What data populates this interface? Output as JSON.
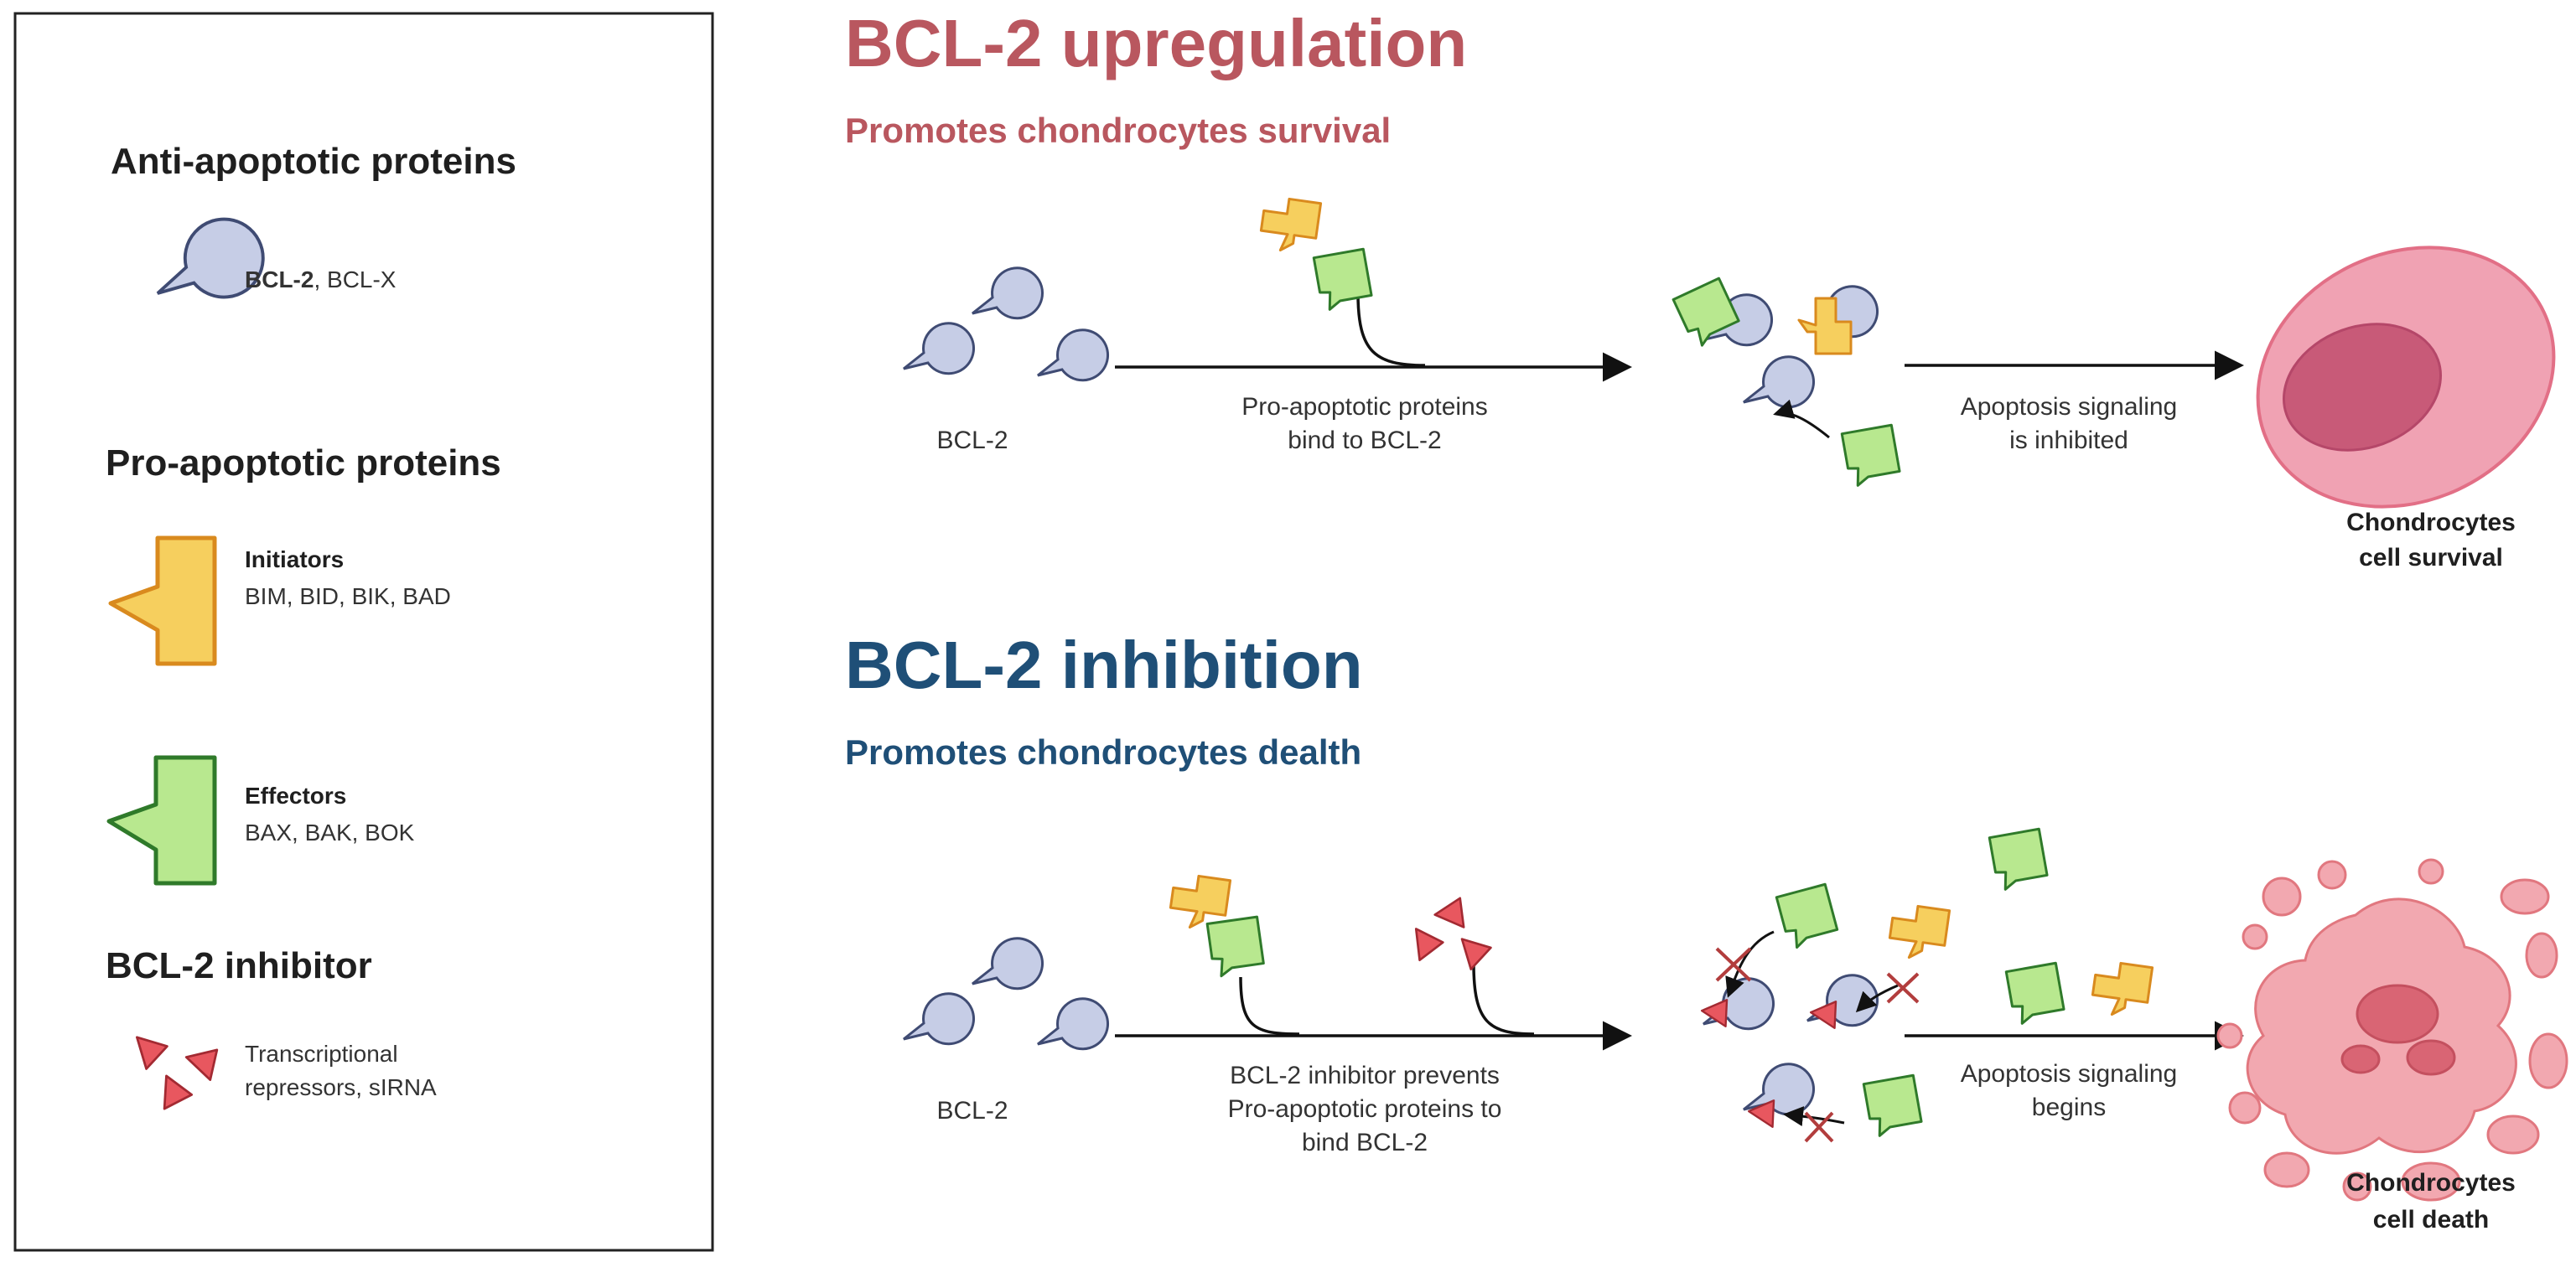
{
  "legend": {
    "anti_title": "Anti-apoptotic proteins",
    "anti_names_bold": "BCL-2",
    "anti_names_rest": ", BCL-X",
    "pro_title": "Pro-apoptotic proteins",
    "initiators_label": "Initiators",
    "initiators_list": "BIM, BID, BIK, BAD",
    "effectors_label": "Effectors",
    "effectors_list": "BAX, BAK, BOK",
    "inhibitor_title": "BCL-2 inhibitor",
    "inhibitor_line1": "Transcriptional",
    "inhibitor_line2": "repressors, sIRNA"
  },
  "upregulation": {
    "title": "BCL-2 upregulation",
    "subtitle": "Promotes chondrocytes survival",
    "bcl2_label": "BCL-2",
    "step1_line1": "Pro-apoptotic proteins",
    "step1_line2": "bind to BCL-2",
    "step2_line1": "Apoptosis signaling",
    "step2_line2": "is inhibited",
    "outcome_line1": "Chondrocytes",
    "outcome_line2": "cell survival"
  },
  "inhibition": {
    "title": "BCL-2 inhibition",
    "subtitle": "Promotes chondrocytes dealth",
    "bcl2_label": "BCL-2",
    "step1_line1": "BCL-2 inhibitor prevents",
    "step1_line2": "Pro-apoptotic proteins to",
    "step1_line3": "bind BCL-2",
    "step2_line1": "Apoptosis signaling",
    "step2_line2": "begins",
    "outcome_line1": "Chondrocytes",
    "outcome_line2": "cell death"
  },
  "colors": {
    "upregulation_title": "#b9575f",
    "inhibition_title": "#1f4f77",
    "bcl2_fill": "#c6cde6",
    "initiator_fill": "#f6cf5e",
    "initiator_stroke": "#d98a1e",
    "effector_fill": "#b8e88f",
    "effector_stroke": "#2f7a2a",
    "inhibitor_fill": "#e8575f",
    "cell_survival_fill": "#f0a2b3",
    "cell_death_fill": "#f2a8b0"
  }
}
